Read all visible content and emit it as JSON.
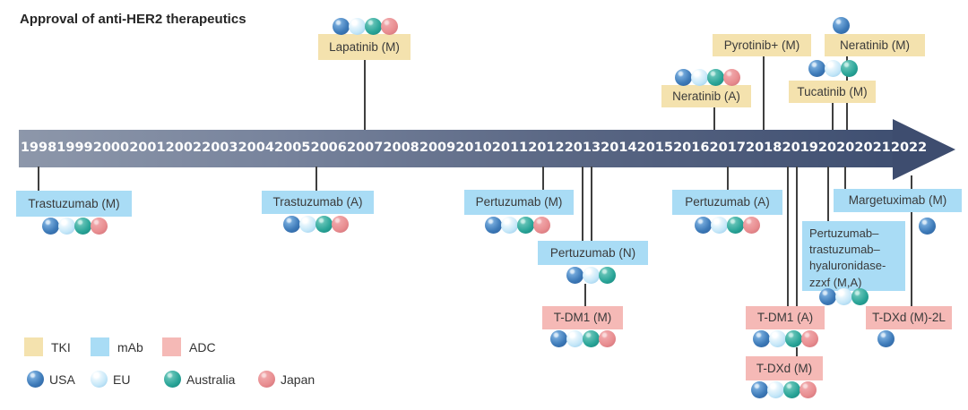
{
  "title": "Approval of anti-HER2 therapeutics",
  "timeline": {
    "years": [
      "1998",
      "1999",
      "2000",
      "2001",
      "2002",
      "2003",
      "2004",
      "2005",
      "2006",
      "2007",
      "2008",
      "2009",
      "2010",
      "2011",
      "2012",
      "2013",
      "2014",
      "2015",
      "2016",
      "2017",
      "2018",
      "2019",
      "2020",
      "2021",
      "2022"
    ]
  },
  "colors": {
    "TKI": "#f4e2ae",
    "mAb": "#a9dcf5",
    "ADC": "#f5b9b6",
    "USA": "#3d7ab8",
    "EU": "#c3e6f8",
    "Australia": "#2aa598",
    "Japan": "#e88d90",
    "arrow_start": "#8d97aa",
    "arrow_end": "#3e4d6f"
  },
  "legend": {
    "types": [
      {
        "id": "TKI",
        "label": "TKI"
      },
      {
        "id": "mAb",
        "label": "mAb"
      },
      {
        "id": "ADC",
        "label": "ADC"
      }
    ],
    "regions": [
      {
        "id": "USA",
        "label": "USA"
      },
      {
        "id": "EU",
        "label": "EU"
      },
      {
        "id": "Australia",
        "label": "Australia"
      },
      {
        "id": "Japan",
        "label": "Japan"
      }
    ]
  },
  "events": [
    {
      "id": "lapatinib",
      "label": "Lapatinib (M)",
      "type": "TKI",
      "position": "above",
      "regions": [
        "USA",
        "EU",
        "Australia",
        "Japan"
      ]
    },
    {
      "id": "neratinib-a",
      "label": "Neratinib (A)",
      "type": "TKI",
      "position": "above",
      "regions": [
        "USA",
        "EU",
        "Australia",
        "Japan"
      ]
    },
    {
      "id": "pyrotinib",
      "label": "Pyrotinib+ (M)",
      "type": "TKI",
      "position": "above",
      "regions": []
    },
    {
      "id": "tucatinib",
      "label": "Tucatinib (M)",
      "type": "TKI",
      "position": "above",
      "regions": [
        "USA",
        "EU",
        "Australia"
      ]
    },
    {
      "id": "neratinib-m",
      "label": "Neratinib (M)",
      "type": "TKI",
      "position": "above",
      "regions": [
        "USA"
      ]
    },
    {
      "id": "trastuzumab-m",
      "label": "Trastuzumab (M)",
      "type": "mAb",
      "position": "below",
      "regions": [
        "USA",
        "EU",
        "Australia",
        "Japan"
      ]
    },
    {
      "id": "trastuzumab-a",
      "label": "Trastuzumab (A)",
      "type": "mAb",
      "position": "below",
      "regions": [
        "USA",
        "EU",
        "Australia",
        "Japan"
      ]
    },
    {
      "id": "pertuzumab-m",
      "label": "Pertuzumab (M)",
      "type": "mAb",
      "position": "below",
      "regions": [
        "USA",
        "EU",
        "Australia",
        "Japan"
      ]
    },
    {
      "id": "pertuzumab-n",
      "label": "Pertuzumab (N)",
      "type": "mAb",
      "position": "below",
      "regions": [
        "USA",
        "EU",
        "Australia"
      ]
    },
    {
      "id": "tdm1-m",
      "label": "T-DM1 (M)",
      "type": "ADC",
      "position": "below",
      "regions": [
        "USA",
        "EU",
        "Australia",
        "Japan"
      ]
    },
    {
      "id": "pertuzumab-a",
      "label": "Pertuzumab (A)",
      "type": "mAb",
      "position": "below",
      "regions": [
        "USA",
        "EU",
        "Australia",
        "Japan"
      ]
    },
    {
      "id": "tdm1-a",
      "label": "T-DM1 (A)",
      "type": "ADC",
      "position": "below",
      "regions": [
        "USA",
        "EU",
        "Australia",
        "Japan"
      ]
    },
    {
      "id": "tdxd-m",
      "label": "T-DXd (M)",
      "type": "ADC",
      "position": "below",
      "regions": [
        "USA",
        "EU",
        "Australia",
        "Japan"
      ]
    },
    {
      "id": "phesgo",
      "label": "Pertuzumab–trastuzumab–hyaluronidase-zzxf (M,A)",
      "label_lines": [
        "Pertuzumab–",
        "trastuzumab–",
        "hyaluronidase-",
        "zzxf (M,A)"
      ],
      "type": "mAb",
      "position": "below",
      "regions": [
        "USA",
        "EU",
        "Australia"
      ]
    },
    {
      "id": "margetuximab",
      "label": "Margetuximab (M)",
      "type": "mAb",
      "position": "below",
      "regions": [
        "USA"
      ]
    },
    {
      "id": "tdxd-2l",
      "label": "T-DXd (M)-2L",
      "type": "ADC",
      "position": "below",
      "regions": [
        "USA"
      ]
    }
  ]
}
